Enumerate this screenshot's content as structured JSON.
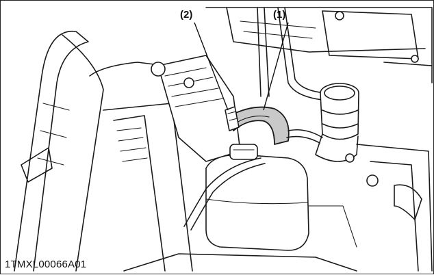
{
  "callouts": [
    {
      "id": "1",
      "label": "(1)"
    },
    {
      "id": "2",
      "label": "(2)"
    }
  ],
  "figure_code": "1TMXL00066A01",
  "colors": {
    "line": "#1a1a1a",
    "hose_highlight": "#c9c9c9",
    "background": "#ffffff"
  }
}
